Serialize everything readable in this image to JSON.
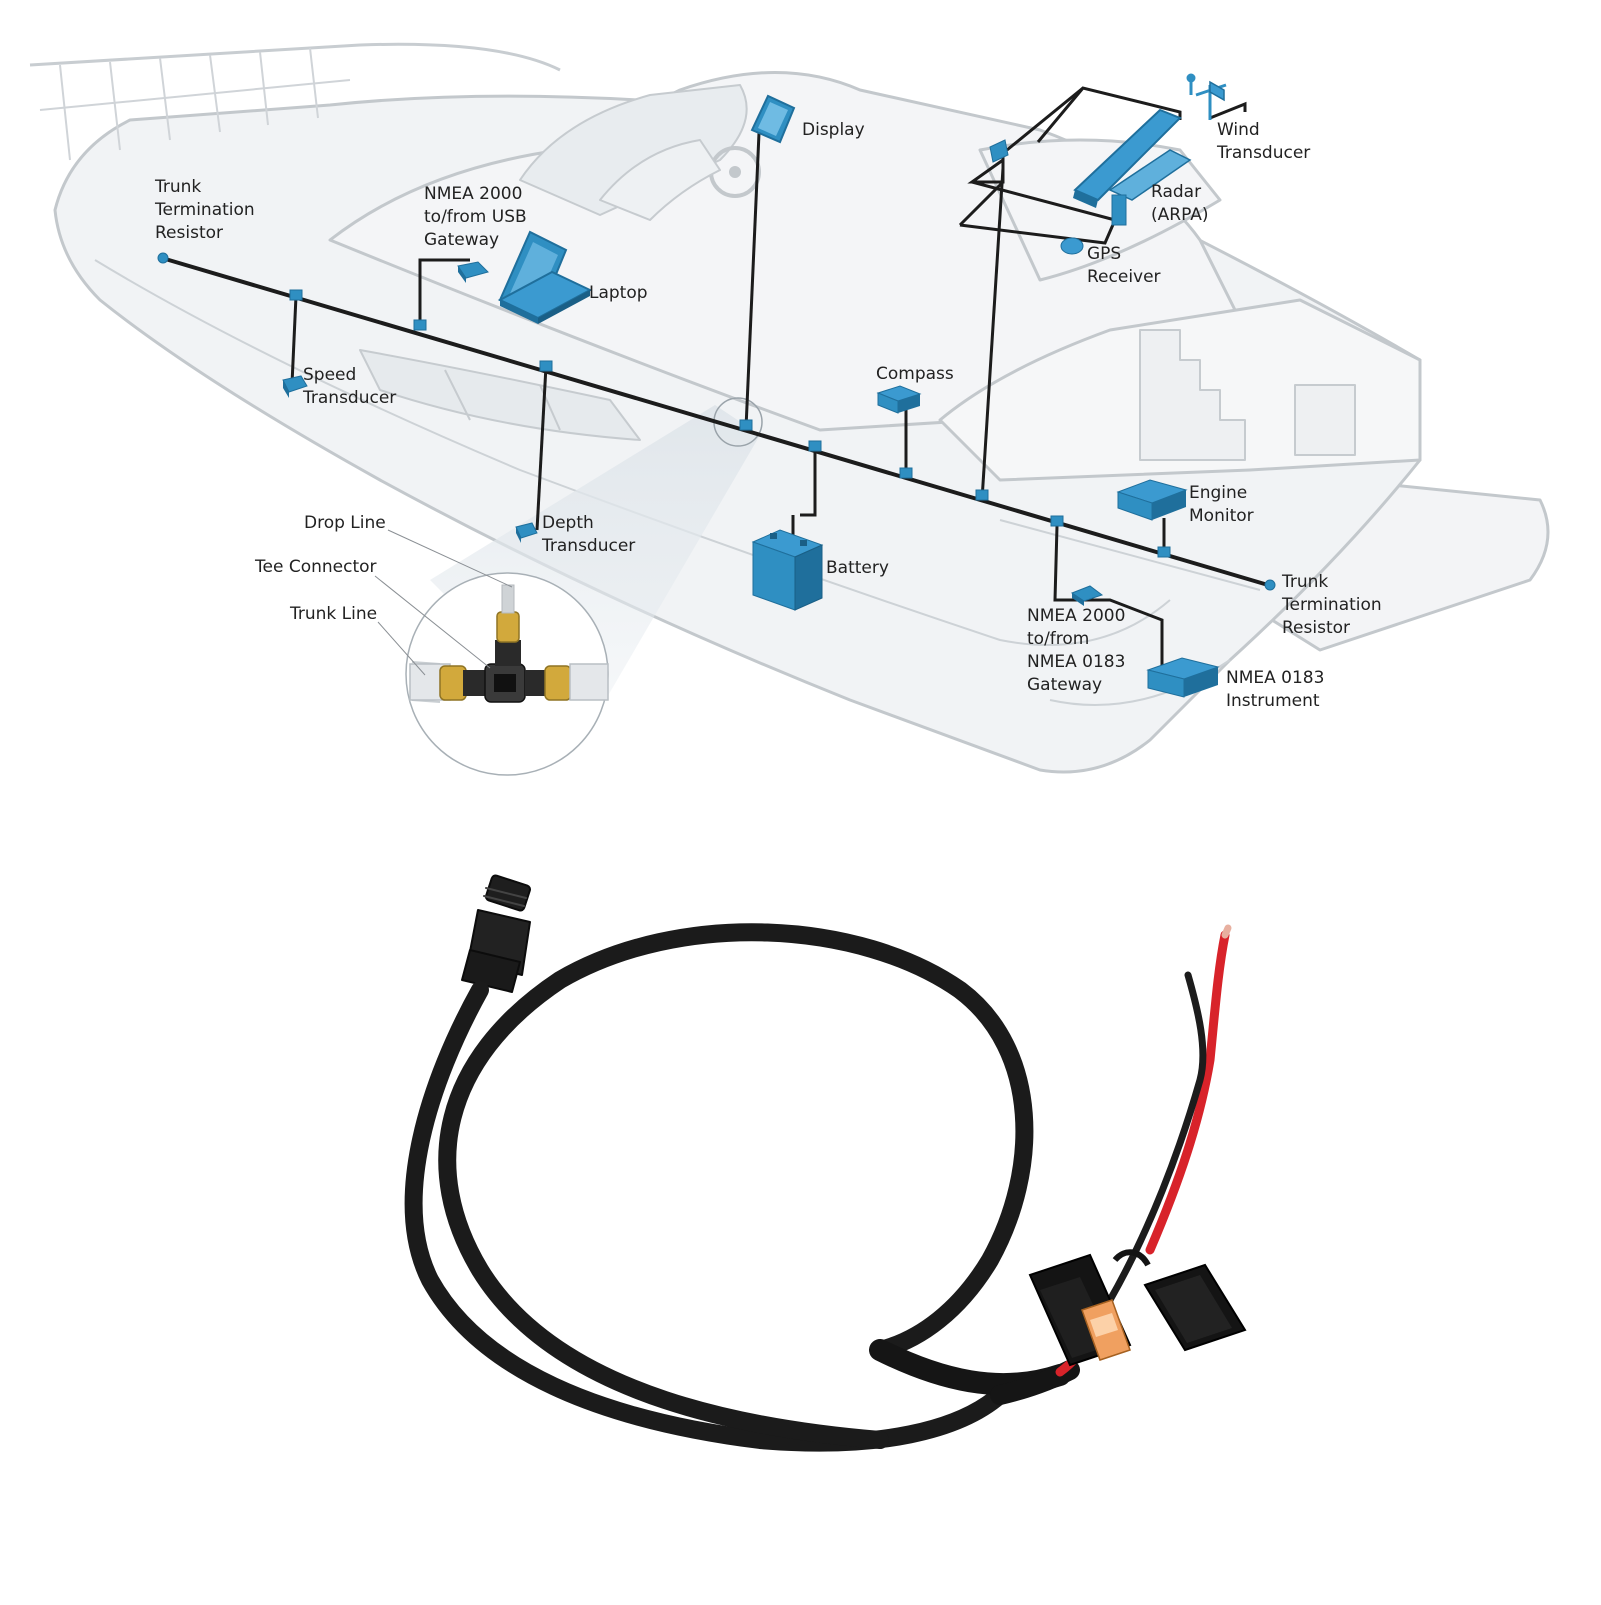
{
  "colors": {
    "trunk": "#1c1c1c",
    "device": "#2f8fc2",
    "device_dark": "#1f6f9c",
    "boat_outline": "#bfc4c8",
    "boat_fill": "#eef0f2",
    "label": "#222222",
    "cable": "#1b1b1b",
    "wire_red": "#d8232a",
    "connector_brass": "#d2a93c"
  },
  "icons": {
    "boat": "boat-outline-icon",
    "display": "display-icon",
    "laptop": "laptop-icon",
    "battery": "battery-icon",
    "radar": "radar-icon",
    "wind": "wind-vane-icon",
    "gps": "gps-dome-icon",
    "tee": "tee-connector-icon",
    "cable": "power-cable-icon",
    "fuse": "fuse-holder-icon"
  },
  "labels": {
    "trunk_term_bow": "Trunk\nTermination\nResistor",
    "usb_gateway": "NMEA 2000\nto/from USB\nGateway",
    "laptop": "Laptop",
    "display": "Display",
    "wind": "Wind\nTransducer",
    "radar": "Radar\n(ARPA)",
    "gps": "GPS\nReceiver",
    "speed": "Speed\nTransducer",
    "compass": "Compass",
    "engine": "Engine\nMonitor",
    "drop_line": "Drop Line",
    "tee_connector": "Tee Connector",
    "trunk_line": "Trunk Line",
    "depth": "Depth\nTransducer",
    "battery": "Battery",
    "trunk_term_stern": "Trunk\nTermination\nResistor",
    "nmea0183_gateway": "NMEA 2000\nto/from\nNMEA 0183\nGateway",
    "nmea0183_instrument": "NMEA 0183\nInstrument"
  }
}
